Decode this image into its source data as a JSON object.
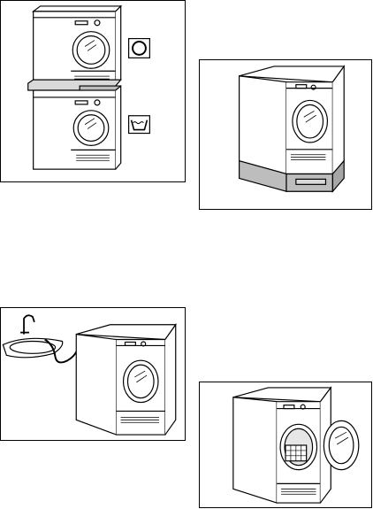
{
  "page": {
    "figures": [
      {
        "name": "stacked-washer-dryer",
        "icons": [
          "dryer-symbol-icon",
          "washing-symbol-icon"
        ]
      },
      {
        "name": "dryer-on-plinth"
      },
      {
        "name": "dryer-drain-to-sink"
      },
      {
        "name": "dryer-door-open-basket"
      }
    ]
  }
}
